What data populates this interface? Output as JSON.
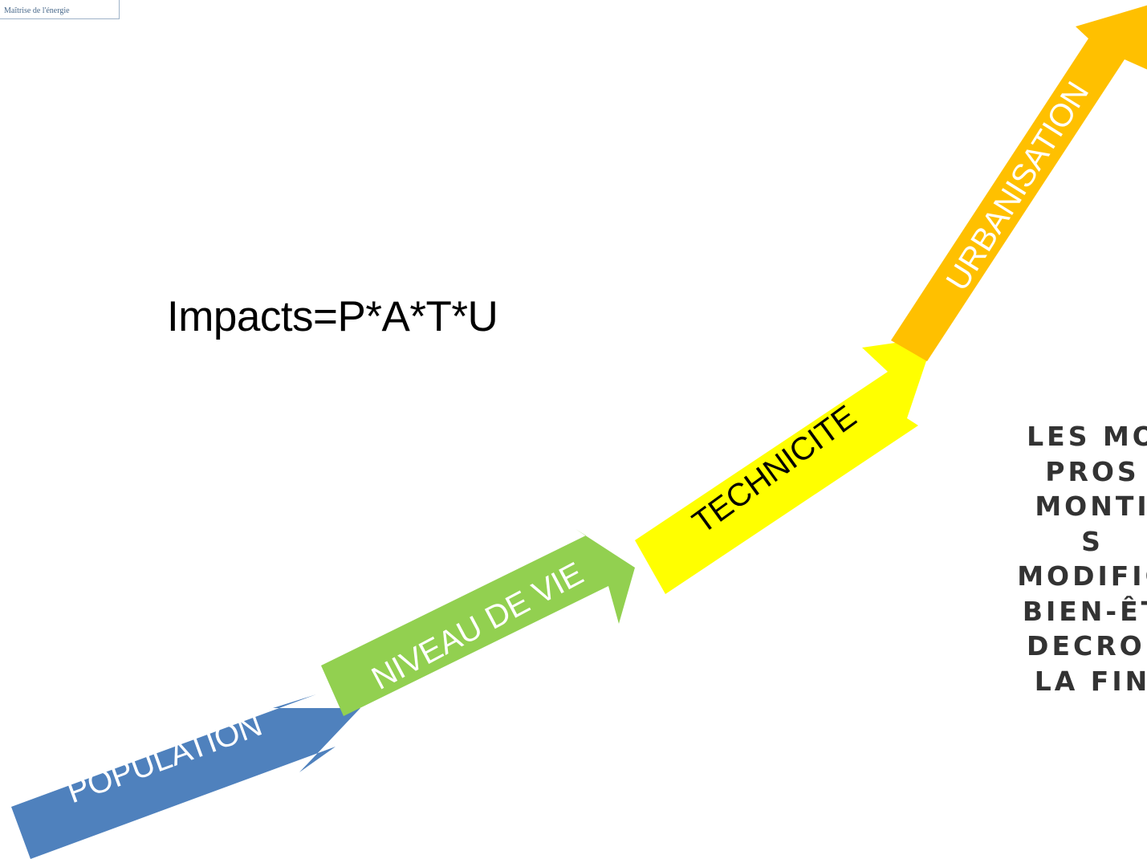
{
  "logo": {
    "text": "Maîtrise de l'énergie"
  },
  "formula": "Impacts=P*A*T*U",
  "arrows": [
    {
      "label": "POPULATION",
      "color": "#4f81bd",
      "text_color": "#ffffff"
    },
    {
      "label": "NIVEAU DE VIE",
      "color": "#92d050",
      "text_color": "#ffffff"
    },
    {
      "label": "TECHNICITE",
      "color": "#ffff00",
      "text_color": "#000000"
    },
    {
      "label": "URBANISATION",
      "color": "#ffc000",
      "text_color": "#ffffff"
    }
  ],
  "side_text": {
    "lines": [
      "LES MO",
      "PROS",
      "MONTI",
      "S",
      "MODIFIC",
      "BIEN-ÊT",
      "DECROI",
      "LA FIN"
    ]
  }
}
